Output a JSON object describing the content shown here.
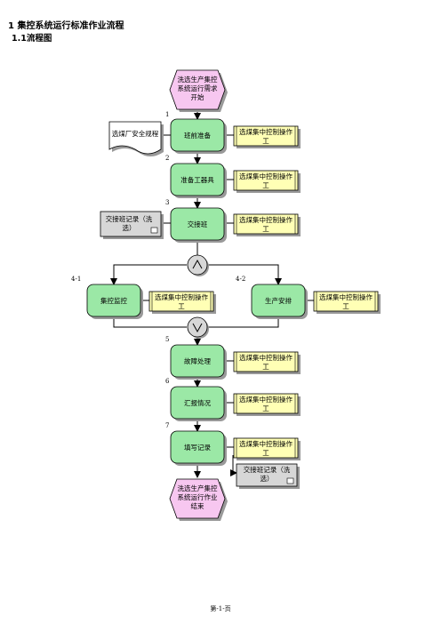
{
  "heading": {
    "title": "1 集控系统运行标准作业流程",
    "subtitle": "1.1流程图"
  },
  "footer": "第-1-页",
  "colors": {
    "event": "#f7c7f0",
    "task": "#9be8a6",
    "role": "#ffffb5",
    "doc": "#d7d7d7"
  },
  "flow": {
    "start_event": [
      "洗选生产集控",
      "系统运行需求",
      "开始"
    ],
    "end_event": [
      "洗选生产集控",
      "系统运行作业",
      "结束"
    ],
    "steps": {
      "s1": {
        "num": "1",
        "label": "班前准备"
      },
      "s2": {
        "num": "2",
        "label": "准备工器具"
      },
      "s3": {
        "num": "3",
        "label": "交接班"
      },
      "s41": {
        "num": "4-1",
        "label": "集控监控"
      },
      "s42": {
        "num": "4-2",
        "label": "生产安排"
      },
      "s5": {
        "num": "5",
        "label": "故障处理"
      },
      "s6": {
        "num": "6",
        "label": "汇报情况"
      },
      "s7": {
        "num": "7",
        "label": "填写记录"
      }
    },
    "role_line1": "选煤集中控制操作",
    "role_line2": "工",
    "doc_safety": "选煤厂安全规程",
    "doc_handover": [
      "交接班记录（洗",
      "选）"
    ]
  }
}
